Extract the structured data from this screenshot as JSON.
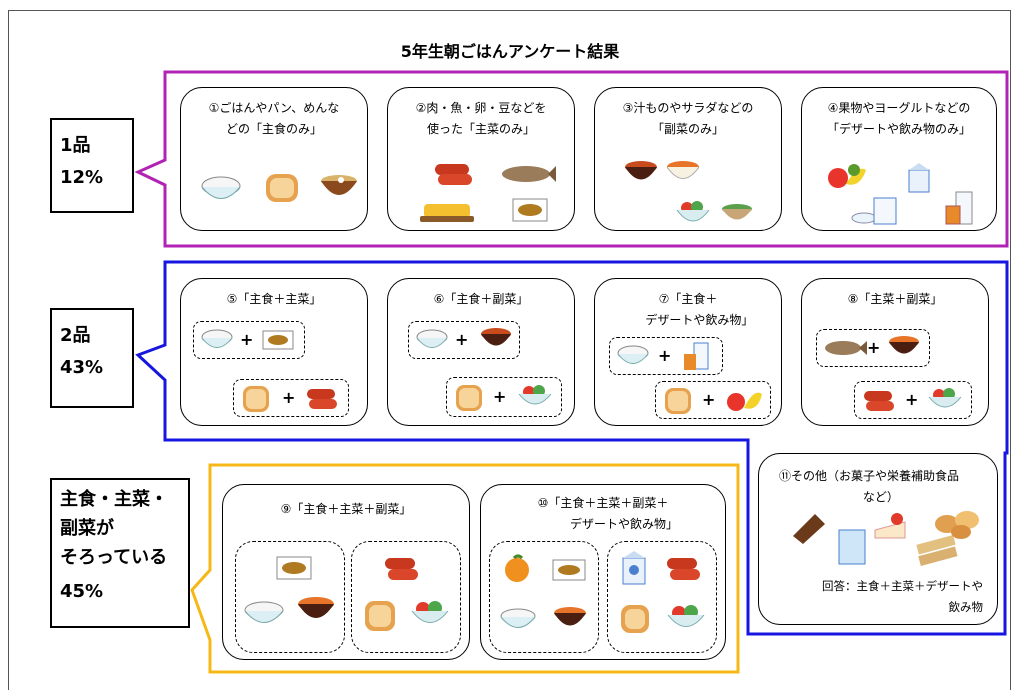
{
  "title": "5年生朝ごはんアンケート結果",
  "groups": [
    {
      "name": "1品",
      "percent": "12%",
      "color": "#b023b5"
    },
    {
      "name": "2品",
      "percent": "43%",
      "color": "#1616e0"
    },
    {
      "name": "主食・主菜・\n副菜が\nそろっている",
      "percent": "45%",
      "color": "#f6b816"
    }
  ],
  "cards": [
    {
      "label": "①ごはんやパン、めんな\nどの「主食のみ」"
    },
    {
      "label": "②肉・魚・卵・豆などを\n使った「主菜のみ」"
    },
    {
      "label": "③汁ものやサラダなどの\n「副菜のみ」"
    },
    {
      "label": "④果物やヨーグルトなどの\n「デザートや飲み物のみ」"
    },
    {
      "label": "⑤「主食＋主菜」"
    },
    {
      "label": "⑥「主食＋副菜」"
    },
    {
      "label": "⑦「主食＋\n      デザートや飲み物」"
    },
    {
      "label": "⑧「主菜＋副菜」"
    },
    {
      "label": "⑨「主食＋主菜＋副菜」"
    },
    {
      "label": "⑩「主食＋主菜＋副菜＋\n           デザートや飲み物」"
    },
    {
      "label": "⑪その他（お菓子や栄養補助食品\n                      など）"
    }
  ],
  "other_answer": "回答：主食＋主菜＋デザートや\n飲み物",
  "plus": "+",
  "icons": [
    "rice-bowl-icon",
    "toast-icon",
    "miso-soup-icon",
    "sausage-icon",
    "grilled-fish-icon",
    "tamagoyaki-icon",
    "natto-icon",
    "salad-icon",
    "fruit-icon",
    "milk-icon",
    "yogurt-icon",
    "juice-icon",
    "orange-icon",
    "chocolate-icon",
    "cake-icon",
    "snack-bar-icon",
    "cookie-icon"
  ]
}
